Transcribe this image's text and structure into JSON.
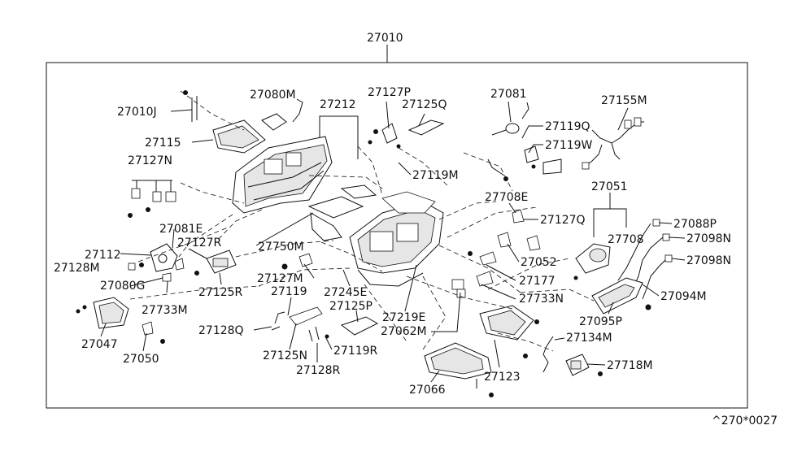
{
  "labels": {
    "p27010": "27010",
    "p27010J": "27010J",
    "p27080M": "27080M",
    "p27212": "27212",
    "p27127P": "27127P",
    "p27125Q": "27125Q",
    "p27081": "27081",
    "p27155M": "27155M",
    "p27115": "27115",
    "p27119Q": "27119Q",
    "p27119W": "27119W",
    "p27127N": "27127N",
    "p27119M": "27119M",
    "p27708E": "27708E",
    "p27051": "27051",
    "p27127Q": "27127Q",
    "p27088P": "27088P",
    "p27081E": "27081E",
    "p27708": "27708",
    "p27098N_1": "27098N",
    "p27112": "27112",
    "p27127R": "27127R",
    "p27750M": "27750M",
    "p27052": "27052",
    "p27098N_2": "27098N",
    "p27128M": "27128M",
    "p27127M": "27127M",
    "p27177": "27177",
    "p27080G": "27080G",
    "p27125R": "27125R",
    "p27119": "27119",
    "p27245E": "27245E",
    "p27733N": "27733N",
    "p27094M": "27094M",
    "p27733M": "27733M",
    "p27125P": "27125P",
    "p27219E": "27219E",
    "p27095P": "27095P",
    "p27128Q": "27128Q",
    "p27062M": "27062M",
    "p27134M": "27134M",
    "p27047": "27047",
    "p27125N": "27125N",
    "p27119R": "27119R",
    "p27718M": "27718M",
    "p27050": "27050",
    "p27128R": "27128R",
    "p27123": "27123",
    "p27066": "27066"
  },
  "figure_code": "^270*0027"
}
